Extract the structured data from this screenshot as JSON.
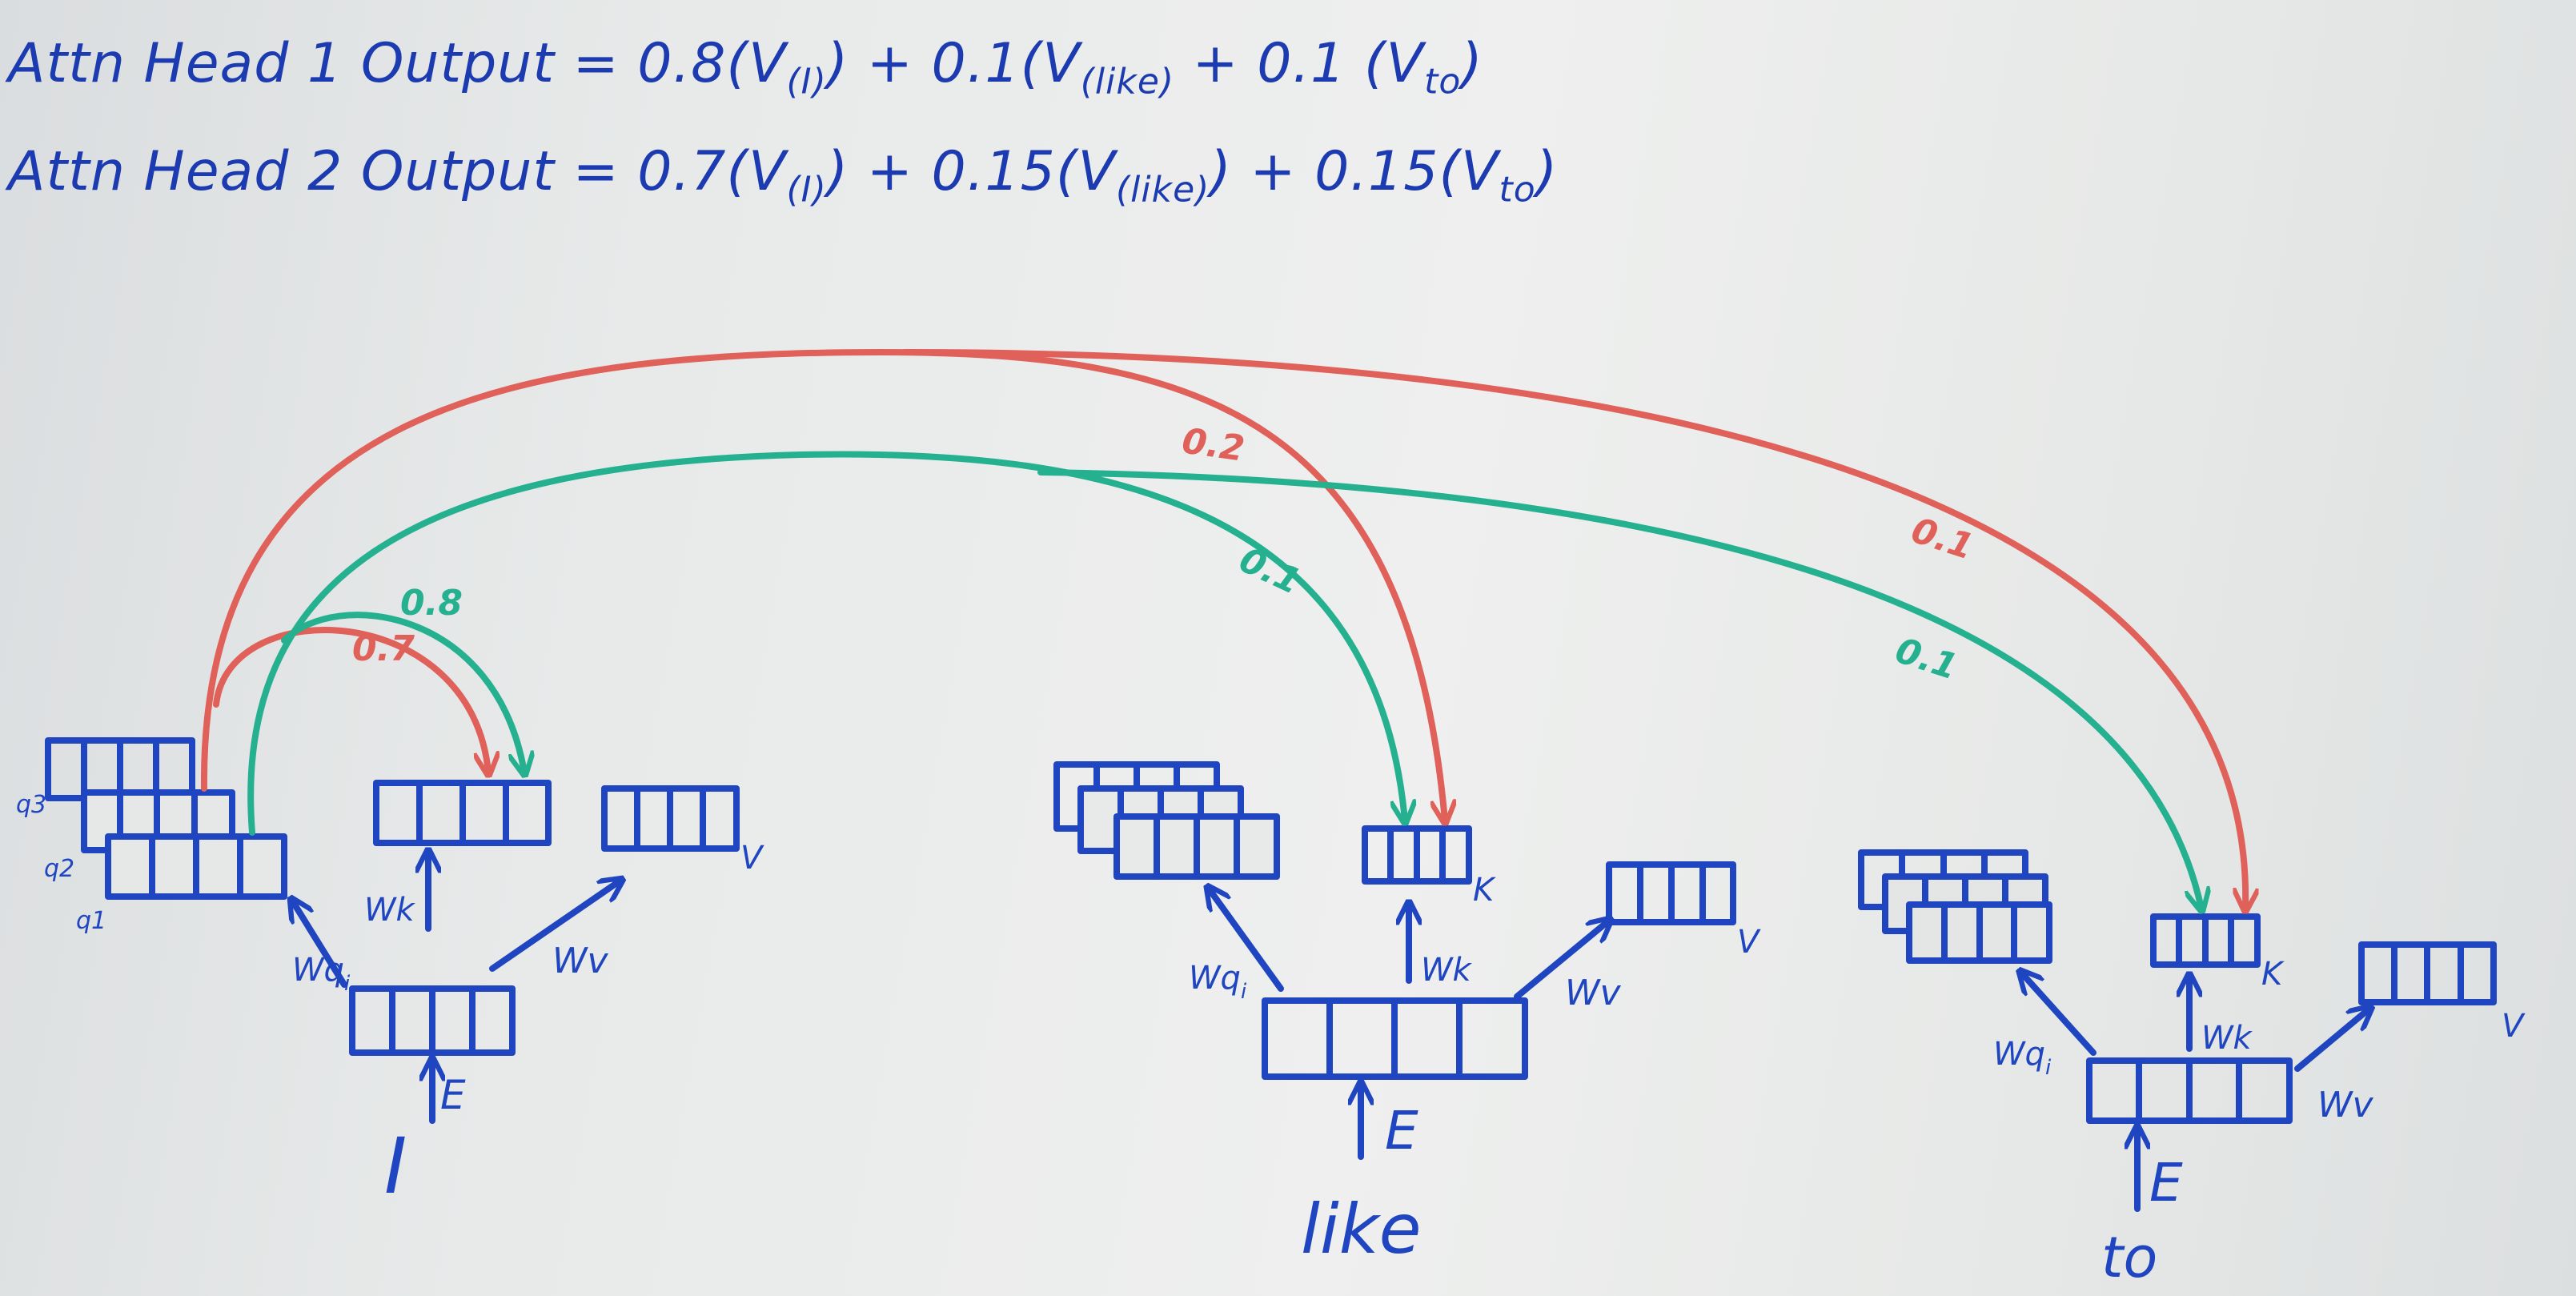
{
  "equations": {
    "head1": {
      "prefix": "Attn Head 1 Output = 0.8(V",
      "s1": "(I)",
      "mid1": ") + 0.1(V",
      "s2": "(like)",
      "mid2": " + 0.1 (V",
      "s3": "to",
      "end": ")"
    },
    "head2": {
      "prefix": "Attn Head 2 Output = 0.7(V",
      "s1": "(I)",
      "mid1": ") + 0.15(V",
      "s2": "(like)",
      "mid2": ") + 0.15(V",
      "s3": "to",
      "end": ")"
    }
  },
  "tokens": {
    "t1": "I",
    "t2": "like",
    "t3": "to"
  },
  "labels": {
    "embed": "E",
    "wq": "Wq",
    "wq_sub": "i",
    "wk": "Wk",
    "wv": "Wv",
    "k": "K",
    "v": "V",
    "q1": "q1",
    "q2": "q2",
    "q3": "q3"
  },
  "weights": {
    "red_self": "0.7",
    "green_self": "0.8",
    "red_like": "0.2",
    "green_like": "0.1",
    "red_to": "0.1",
    "green_to": "0.1"
  },
  "colors": {
    "marker_blue": "#1f45c0",
    "head1_red": "#e0605a",
    "head2_green": "#25b08f"
  }
}
